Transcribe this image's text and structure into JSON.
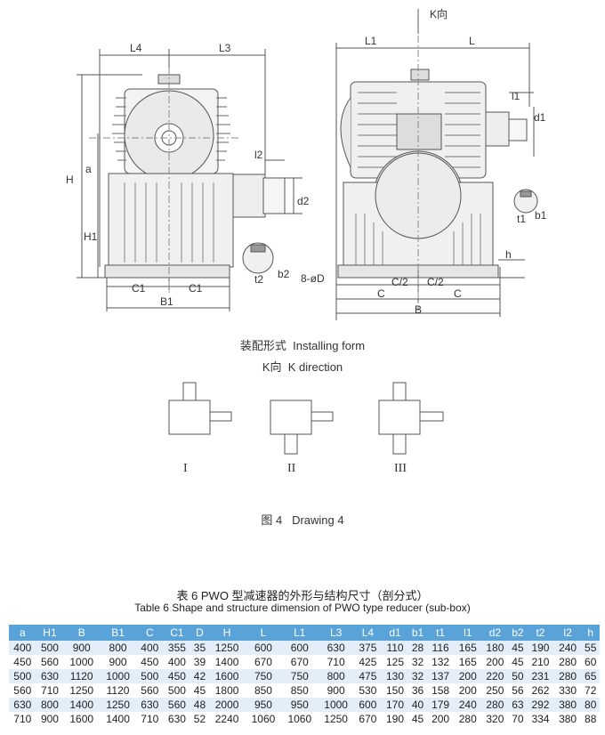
{
  "drawing": {
    "dims_left": [
      "L4",
      "L3",
      "H",
      "a",
      "H1",
      "C1",
      "C1",
      "B1",
      "l2",
      "d2",
      "t2",
      "b2"
    ],
    "dims_right": [
      "K向",
      "L1",
      "L",
      "l1",
      "d1",
      "t1",
      "b1",
      "h",
      "8-øD",
      "C/2",
      "C/2",
      "C",
      "C",
      "B"
    ]
  },
  "install": {
    "caption_cn": "装配形式",
    "caption_en": "Installing form",
    "kdir_cn": "K向",
    "kdir_en": "K direction",
    "forms": [
      "I",
      "II",
      "III"
    ]
  },
  "figure_caption": {
    "cn": "图 4",
    "en": "Drawing 4"
  },
  "table": {
    "title_cn": "表 6   PWO 型减速器的外形与结构尺寸（剖分式）",
    "title_en": "Table 6  Shape and structure dimension of PWO type reducer (sub-box)",
    "headers": [
      "a",
      "H1",
      "B",
      "B1",
      "C",
      "C1",
      "D",
      "H",
      "L",
      "L1",
      "L3",
      "L4",
      "d1",
      "b1",
      "t1",
      "l1",
      "d2",
      "b2",
      "t2",
      "l2",
      "h"
    ],
    "rows": [
      [
        "400",
        "500",
        "900",
        "800",
        "400",
        "355",
        "35",
        "1250",
        "600",
        "600",
        "630",
        "375",
        "110",
        "28",
        "116",
        "165",
        "180",
        "45",
        "190",
        "240",
        "55"
      ],
      [
        "450",
        "560",
        "1000",
        "900",
        "450",
        "400",
        "39",
        "1400",
        "670",
        "670",
        "710",
        "425",
        "125",
        "32",
        "132",
        "165",
        "200",
        "45",
        "210",
        "280",
        "60"
      ],
      [
        "500",
        "630",
        "1120",
        "1000",
        "500",
        "450",
        "42",
        "1600",
        "750",
        "750",
        "800",
        "475",
        "130",
        "32",
        "137",
        "200",
        "220",
        "50",
        "231",
        "280",
        "65"
      ],
      [
        "560",
        "710",
        "1250",
        "1120",
        "560",
        "500",
        "45",
        "1800",
        "850",
        "850",
        "900",
        "530",
        "150",
        "36",
        "158",
        "200",
        "250",
        "56",
        "262",
        "330",
        "72"
      ],
      [
        "630",
        "800",
        "1400",
        "1250",
        "630",
        "560",
        "48",
        "2000",
        "950",
        "950",
        "1000",
        "600",
        "170",
        "40",
        "179",
        "240",
        "280",
        "63",
        "292",
        "380",
        "80"
      ],
      [
        "710",
        "900",
        "1600",
        "1400",
        "710",
        "630",
        "52",
        "2240",
        "1060",
        "1060",
        "1250",
        "670",
        "190",
        "45",
        "200",
        "280",
        "320",
        "70",
        "334",
        "380",
        "88"
      ]
    ]
  }
}
